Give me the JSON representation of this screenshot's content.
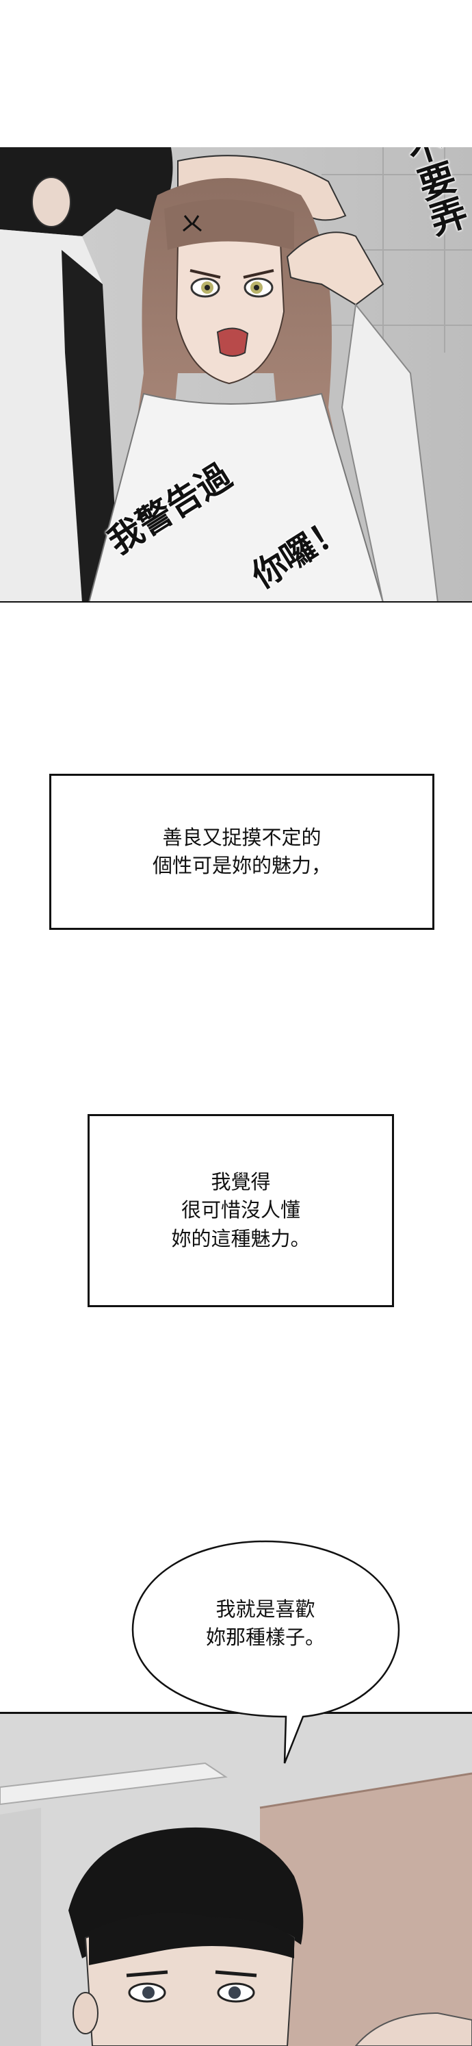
{
  "panel1": {
    "sfx_top": "喂，不要弄了！",
    "sfx_bottom_left": "我警告過",
    "sfx_bottom_right": "你囉！"
  },
  "captions": [
    {
      "text": "善良又捉摸不定的\n個性可是妳的魅力，"
    },
    {
      "text": "我覺得\n很可惜沒人懂\n妳的這種魅力。"
    }
  ],
  "bubble": {
    "text": "我就是喜歡\n妳那種樣子。"
  }
}
